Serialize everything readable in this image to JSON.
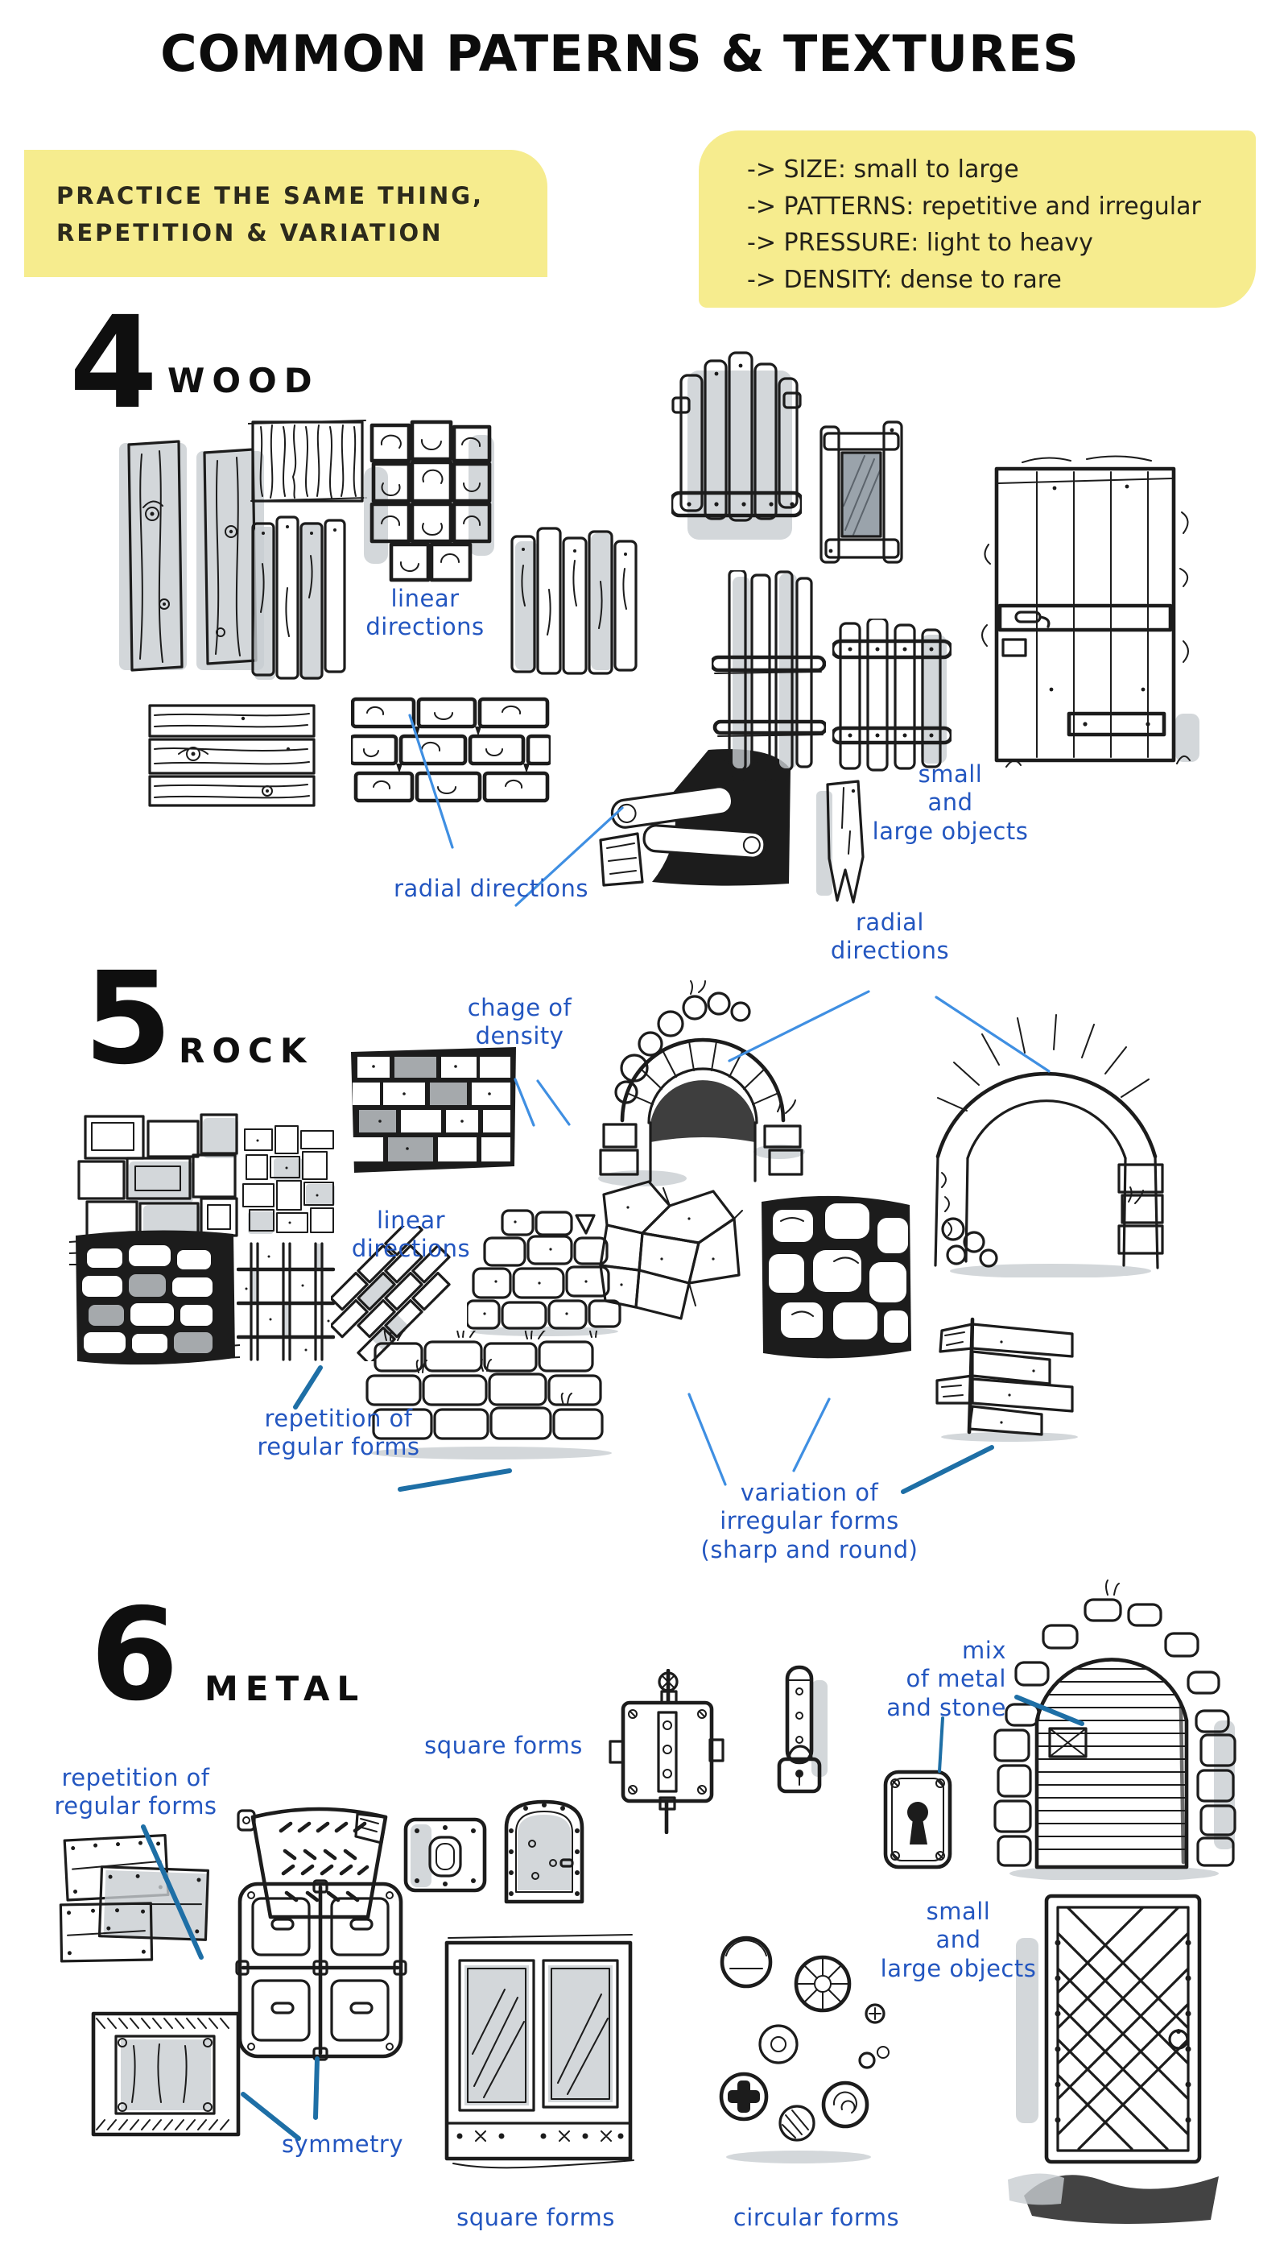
{
  "page": {
    "title": "COMMON PATERNS & TEXTURES"
  },
  "notes": {
    "practice": {
      "text": "PRACTICE THE SAME THING,\nREPETITION & VARIATION"
    },
    "principles": {
      "items": [
        "-> SIZE: small to large",
        "-> PATTERNS: repetitive and irregular",
        "-> PRESSURE: light to heavy",
        "-> DENSITY: dense to rare"
      ]
    }
  },
  "sections": {
    "wood": {
      "number": "4",
      "title": "WOOD",
      "labels": {
        "linear": "linear\ndirections",
        "radial": "radial directions",
        "small_large": "small\nand\nlarge objects"
      }
    },
    "rock": {
      "number": "5",
      "title": "ROCK",
      "labels": {
        "radial": "radial\ndirections",
        "density": "chage of\ndensity",
        "linear": "linear\ndirections",
        "repetition": "repetition of\nregular forms",
        "variation": "variation of\nirregular forms\n(sharp and round)"
      }
    },
    "metal": {
      "number": "6",
      "title": "METAL",
      "labels": {
        "square_top": "square forms",
        "repetition": "repetition of\nregular forms",
        "mix": "mix\nof metal\nand stone",
        "small_large": "small\nand\nlarge objects",
        "symmetry": "symmetry",
        "square_bottom": "square forms",
        "circular": "circular forms"
      }
    }
  },
  "colors": {
    "label_blue": "#2356c0",
    "pointer_light": "#3f8fe2",
    "pointer_dark": "#1e6fa6",
    "note_yellow": "#f6ec8e",
    "ink": "#1c1c1c"
  }
}
